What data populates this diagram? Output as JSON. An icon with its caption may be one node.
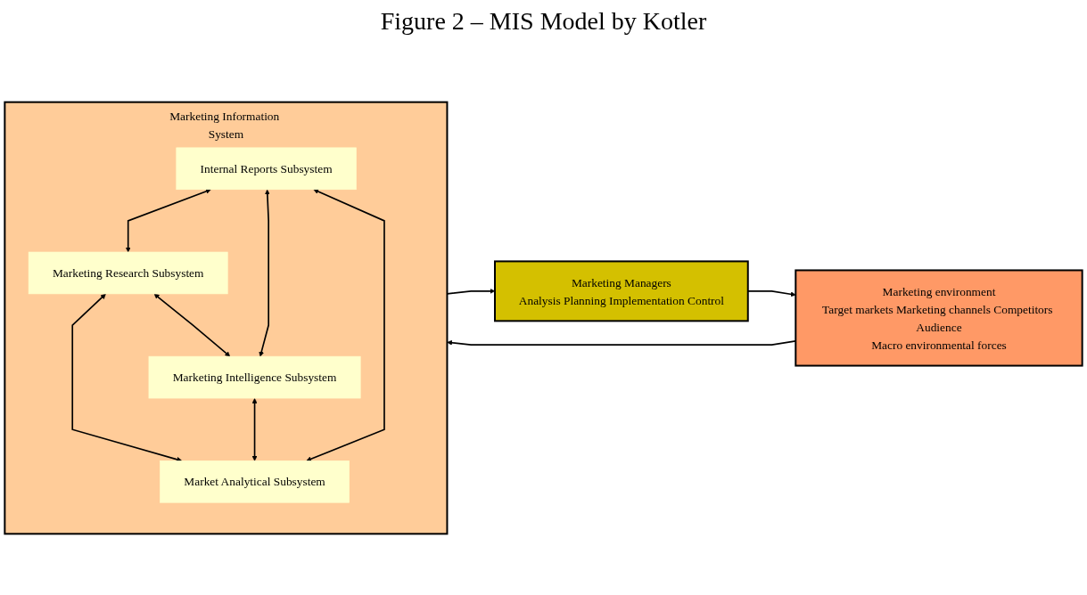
{
  "diagram": {
    "title": "Figure 2 – MIS Model by Kotler",
    "nodes": [
      {
        "text": [
          "Marketing environment",
          "Target markets Marketing channels Competitors Audience",
          "Macro environmental forces"
        ]
      },
      {
        "text": [
          "Marketing Information System"
        ]
      },
      {
        "text": [
          "Internal Reports Subsystem"
        ],
        "in": 1
      },
      {
        "text": [
          "Marketing Research Subsystem"
        ],
        "in": 1
      },
      {
        "text": [
          "Marketing Intelligence Subsystem"
        ],
        "in": 1
      },
      {
        "text": [
          "Market Analytical Subsystem"
        ],
        "in": 1
      },
      {
        "text": [
          "Marketing Managers",
          "Analysis Planning Implementation Control"
        ]
      }
    ],
    "edges": [
      {
        "from": 0,
        "to": 1,
        "arrow": "to"
      },
      {
        "from": 1,
        "to": 6,
        "arrow": "to"
      },
      {
        "from": 6,
        "to": 0,
        "arrow": "to"
      },
      {
        "from": 2,
        "to": 3,
        "arrow": "both"
      },
      {
        "from": 2,
        "to": 4,
        "arrow": "both"
      },
      {
        "from": 3,
        "to": 5,
        "arrow": "both"
      },
      {
        "from": 2,
        "to": 5,
        "arrow": "both"
      },
      {
        "from": 3,
        "to": 4,
        "arrow": "both"
      },
      {
        "from": 4,
        "to": 5,
        "arrow": "both"
      }
    ]
  }
}
